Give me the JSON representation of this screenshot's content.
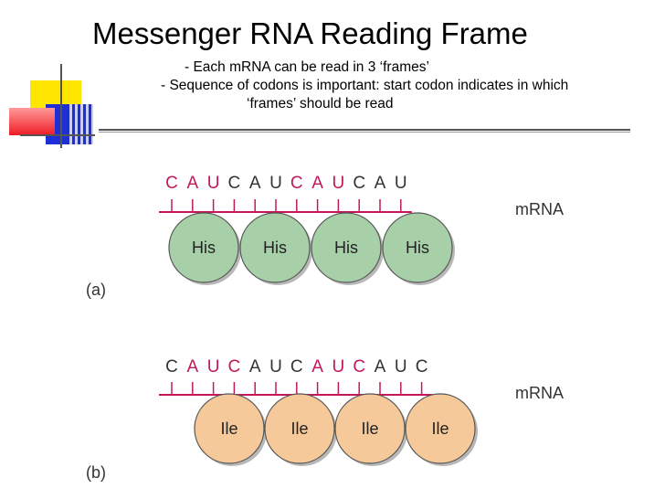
{
  "slide": {
    "title": "Messenger RNA Reading Frame",
    "bullets": [
      "- Each mRNA can be read in 3 ‘frames’",
      "- Sequence of codons is important: start codon indicates in which",
      "‘frames’ should be read"
    ]
  },
  "colors": {
    "highlight_base": "#c2185b",
    "normal_base": "#333333",
    "his_fill": "#a8d0a8",
    "ile_fill": "#f5c99a",
    "deco_yellow": "#ffe600",
    "deco_blue": "#1f2fd6",
    "deco_red": "#ee1c25"
  },
  "panels": [
    {
      "label": "(a)",
      "mrna_label": "mRNA",
      "bases": [
        {
          "letter": "C",
          "highlight": true
        },
        {
          "letter": "A",
          "highlight": true
        },
        {
          "letter": "U",
          "highlight": true
        },
        {
          "letter": "C",
          "highlight": false
        },
        {
          "letter": "A",
          "highlight": false
        },
        {
          "letter": "U",
          "highlight": false
        },
        {
          "letter": "C",
          "highlight": true
        },
        {
          "letter": "A",
          "highlight": true
        },
        {
          "letter": "U",
          "highlight": true
        },
        {
          "letter": "C",
          "highlight": false
        },
        {
          "letter": "A",
          "highlight": false
        },
        {
          "letter": "U",
          "highlight": false
        }
      ],
      "amino_acids": [
        "His",
        "His",
        "His",
        "His"
      ],
      "fill_key": "his_fill"
    },
    {
      "label": "(b)",
      "mrna_label": "mRNA",
      "bases": [
        {
          "letter": "C",
          "highlight": false
        },
        {
          "letter": "A",
          "highlight": true
        },
        {
          "letter": "U",
          "highlight": true
        },
        {
          "letter": "C",
          "highlight": true
        },
        {
          "letter": "A",
          "highlight": false
        },
        {
          "letter": "U",
          "highlight": false
        },
        {
          "letter": "C",
          "highlight": false
        },
        {
          "letter": "A",
          "highlight": true
        },
        {
          "letter": "U",
          "highlight": true
        },
        {
          "letter": "C",
          "highlight": true
        },
        {
          "letter": "A",
          "highlight": false
        },
        {
          "letter": "U",
          "highlight": false
        },
        {
          "letter": "C",
          "highlight": false
        }
      ],
      "amino_acids": [
        "Ile",
        "Ile",
        "Ile",
        "Ile"
      ],
      "fill_key": "ile_fill"
    }
  ]
}
